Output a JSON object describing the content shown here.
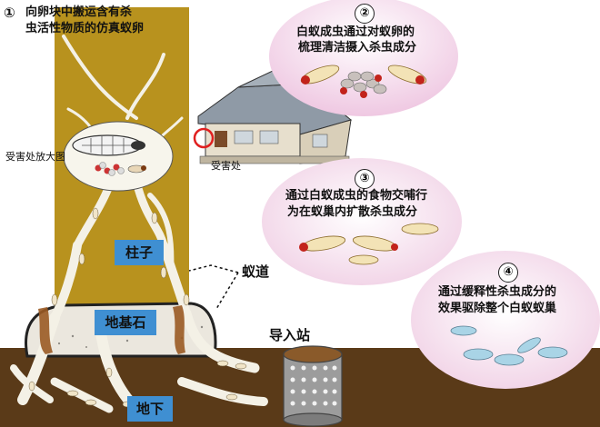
{
  "step1": {
    "number": "①",
    "line1": "向卵块中搬运含有杀",
    "line2": "虫活性物质的仿真蚁卵"
  },
  "step2": {
    "number": "②",
    "line1": "白蚁成虫通过对蚁卵的",
    "line2": "梳理清洁摄入杀虫成分"
  },
  "step3": {
    "number": "③",
    "line1": "通过白蚁成虫的食物交哺行",
    "line2": "为在蚁巢内扩散杀虫成分"
  },
  "step4": {
    "number": "④",
    "line1": "通过缓释性杀虫成分的",
    "line2": "效果驱除整个白蚁蚁巢"
  },
  "labels": {
    "damage_zoom": "受害处放大图",
    "damage_spot": "受害处",
    "pillar": "柱子",
    "foundation": "地基石",
    "underground": "地下",
    "tunnel": "蚁道",
    "station": "导入站"
  },
  "colors": {
    "wood": "#b8921e",
    "soil": "#5a3a18",
    "label_blue": "#3f8fd2",
    "bubble_pink": "#f3d6ea",
    "tunnel_white": "#f4f1e6"
  }
}
